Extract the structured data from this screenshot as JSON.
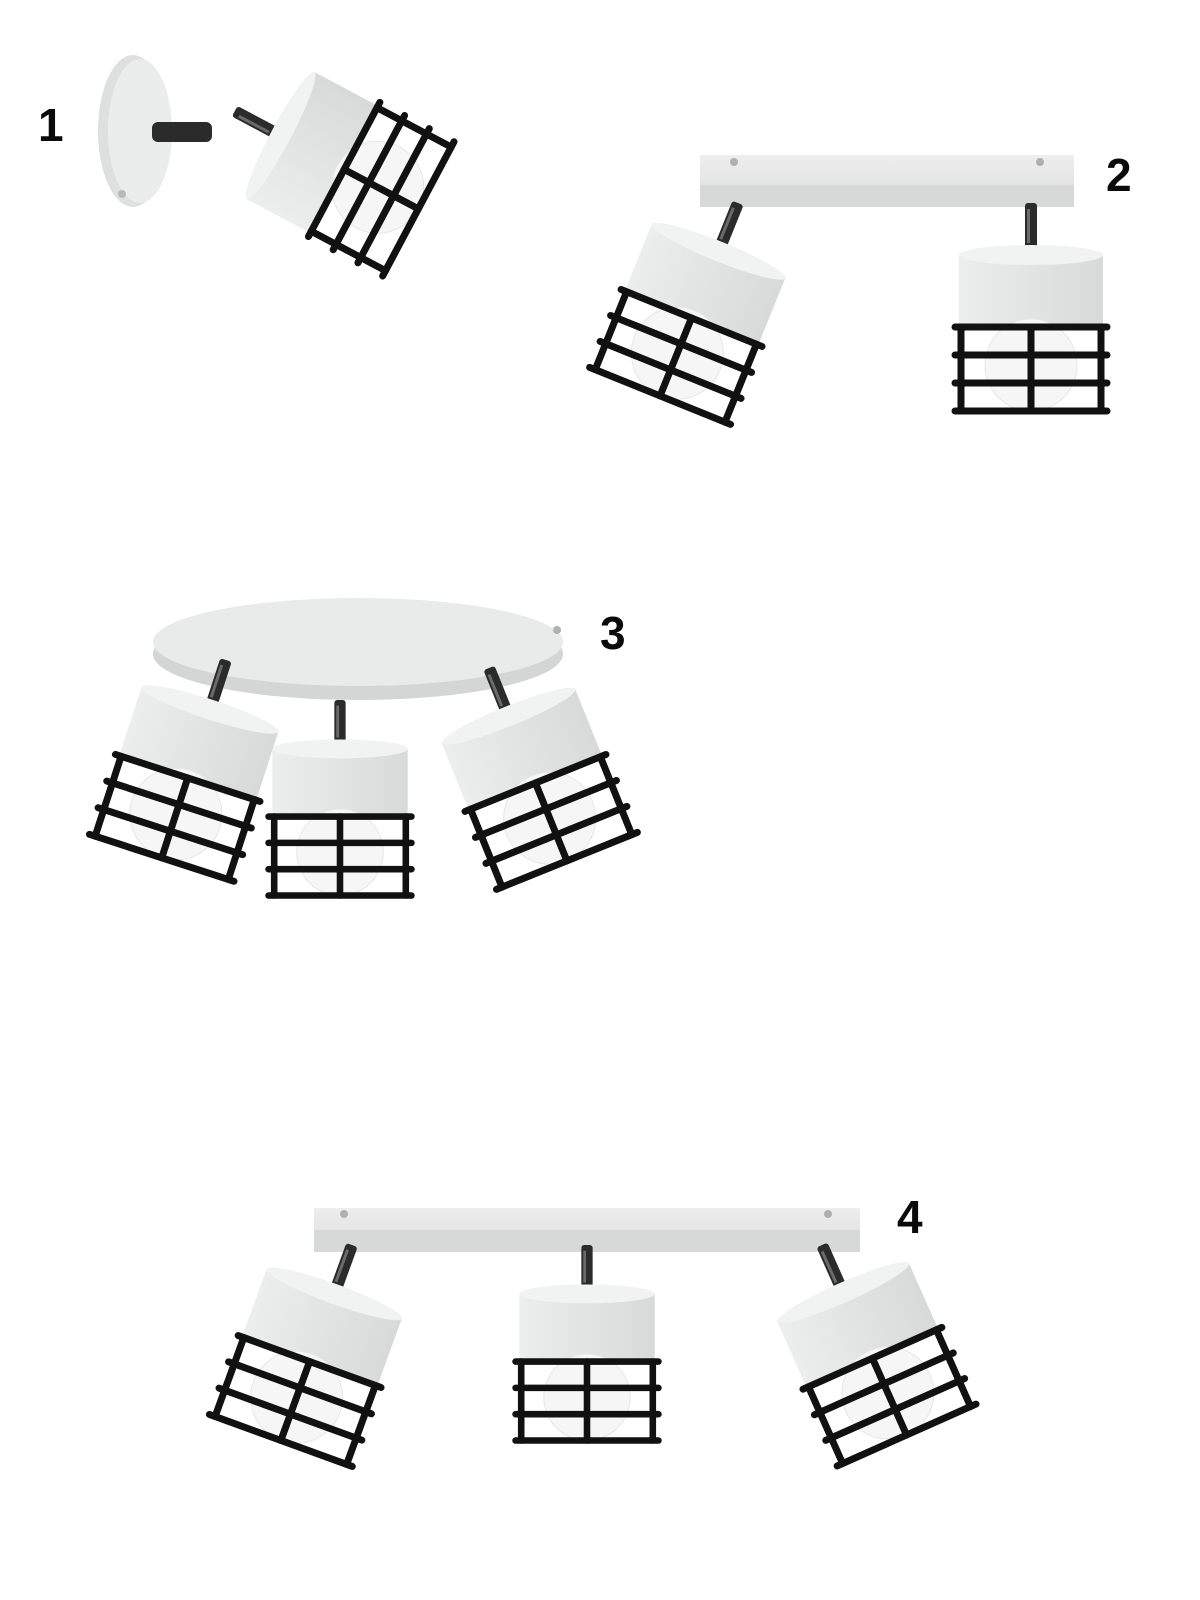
{
  "variants": [
    {
      "number": "1"
    },
    {
      "number": "2"
    },
    {
      "number": "3"
    },
    {
      "number": "4"
    }
  ],
  "colors": {
    "background": "#ffffff",
    "shade": "#e6e8e8",
    "mount": "#e4e5e5",
    "cage": "#111111",
    "stem": "#2a2a2a",
    "bulb": "#f7f7f7"
  }
}
